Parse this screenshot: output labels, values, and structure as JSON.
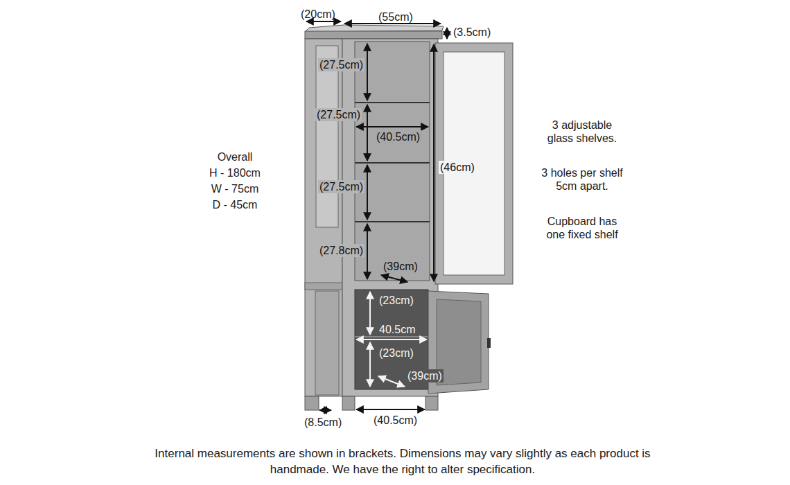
{
  "diagram": {
    "caption": "Internal measurements are shown in brackets. Dimensions may vary slightly as each product is handmade. We have the right to alter specification.",
    "labels": [
      "(20cm)",
      "(55cm)",
      "(3.5cm)",
      "(27.5cm)",
      "(27.5cm)",
      "(40.5cm)",
      "(27.5cm)",
      "(46cm)",
      "(27.8cm)",
      "(39cm)",
      "(23cm)",
      "40.5cm",
      "(23cm)",
      "(39cm)",
      "(8.5cm)",
      "(40.5cm)",
      "Overall",
      "H - 180cm",
      "W - 75cm",
      "D - 45cm",
      "3 adjustable glass shelves.",
      "3 holes per shelf 5cm apart.",
      "Cupboard has one fixed shelf"
    ]
  }
}
